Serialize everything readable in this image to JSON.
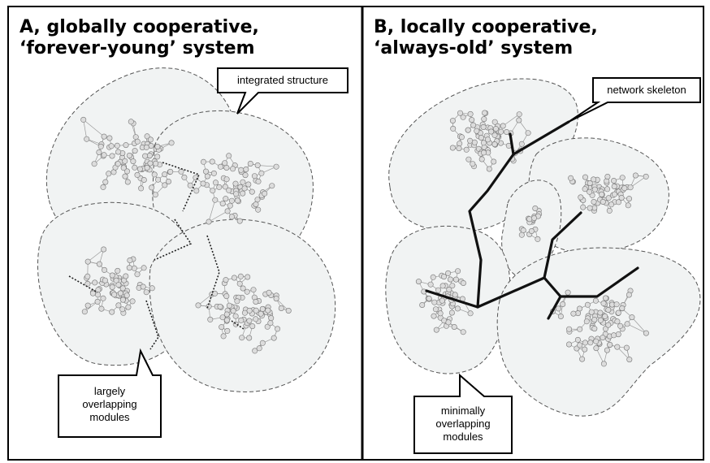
{
  "panel_a": {
    "title_line1": "A, globally cooperative,",
    "title_line2": "‘forever-young’ system",
    "callout_top": "integrated structure",
    "callout_bottom": [
      "largely",
      "overlapping",
      "modules"
    ]
  },
  "panel_b": {
    "title_line1": "B, locally cooperative,",
    "title_line2": "‘always-old’ system",
    "callout_top": "network skeleton",
    "callout_bottom": [
      "minimally",
      "overlapping",
      "modules"
    ]
  },
  "colors": {
    "module_fill": "#f1f3f3",
    "node_fill": "#dcdcdc",
    "edge": "#9a9a9a",
    "skeleton": "#111111",
    "frame": "#000000"
  }
}
